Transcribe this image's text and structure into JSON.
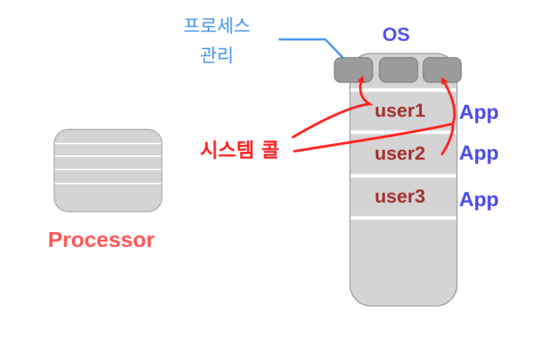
{
  "labels": {
    "process_management": [
      "프로세스",
      "관리"
    ],
    "os": "OS",
    "system_call": "시스템 콜",
    "processor": "Processor",
    "users": [
      "user1",
      "user2",
      "user3"
    ],
    "apps": [
      "App",
      "App",
      "App"
    ]
  },
  "colors": {
    "memory_fill": "#d4d4d4",
    "memory_border": "#9a9a9a",
    "os_slot_fill": "#9b9b9b",
    "system_call_arrow": "#ff1a1a",
    "leader_line": "#3f8ff0"
  }
}
